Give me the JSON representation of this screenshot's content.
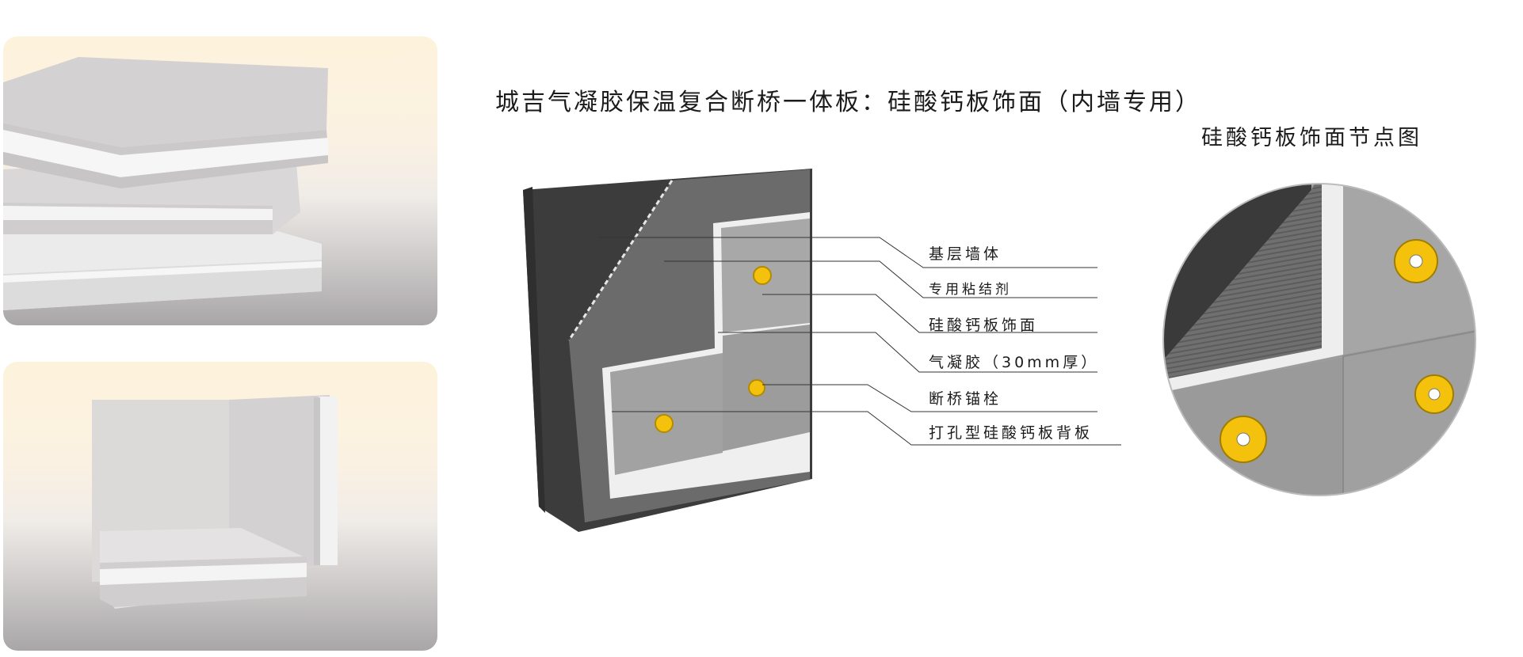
{
  "title": "城吉气凝胶保温复合断桥一体板：硅酸钙板饰面（内墙专用）",
  "node_title": "硅酸钙板饰面节点图",
  "layers": [
    {
      "label": "基层墙体"
    },
    {
      "label": "专用粘结剂"
    },
    {
      "label": "硅酸钙板饰面"
    },
    {
      "label": "气凝胶（30mm厚）"
    },
    {
      "label": "断桥锚栓"
    },
    {
      "label": "打孔型硅酸钙板背板"
    }
  ],
  "colors": {
    "wall_dark": "#3d3d3d",
    "adhesive_gray": "#6f6f6f",
    "board_gray": "#a4a4a4",
    "aerogel_white": "#f1f1f1",
    "anchor_yellow": "#f4c20d"
  }
}
